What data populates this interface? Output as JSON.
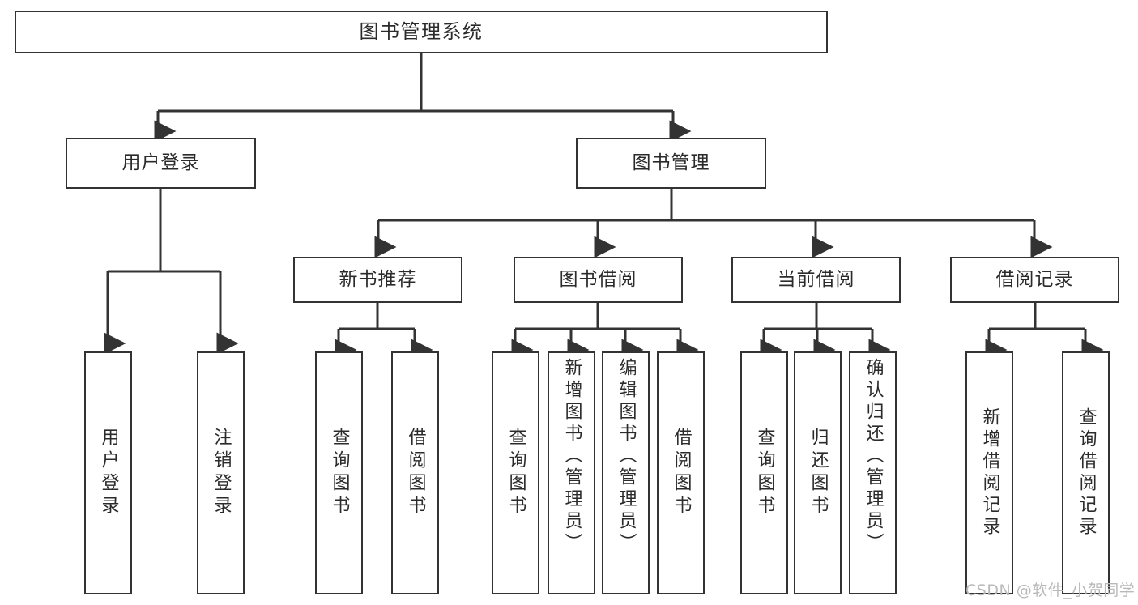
{
  "diagram": {
    "type": "tree",
    "title": "图书管理系统",
    "orientation": "top-down",
    "colors": {
      "box_border": "#333333",
      "box_fill": "#ffffff",
      "connector": "#333333",
      "text": "#2b2b2b",
      "watermark": "#b9b9b9",
      "background": "#ffffff"
    },
    "root": {
      "label": "图书管理系统"
    },
    "level2": [
      {
        "label": "用户登录"
      },
      {
        "label": "图书管理"
      }
    ],
    "level3": [
      {
        "label": "新书推荐"
      },
      {
        "label": "图书借阅"
      },
      {
        "label": "当前借阅"
      },
      {
        "label": "借阅记录"
      }
    ],
    "leaves": {
      "user_login": [
        {
          "label": "用户登录"
        },
        {
          "label": "注销登录"
        }
      ],
      "new_book_recommend": [
        {
          "label": "查询图书"
        },
        {
          "label": "借阅图书"
        }
      ],
      "book_borrow": [
        {
          "label": "查询图书"
        },
        {
          "label": "新增图书（管理员）"
        },
        {
          "label": "编辑图书（管理员）"
        },
        {
          "label": "借阅图书"
        }
      ],
      "current_borrow": [
        {
          "label": "查询图书"
        },
        {
          "label": "归还图书"
        },
        {
          "label": "确认归还（管理员）"
        }
      ],
      "borrow_record": [
        {
          "label": "新增借阅记录"
        },
        {
          "label": "查询借阅记录"
        }
      ]
    },
    "watermark": "CSDN @软件_小贺同学"
  }
}
